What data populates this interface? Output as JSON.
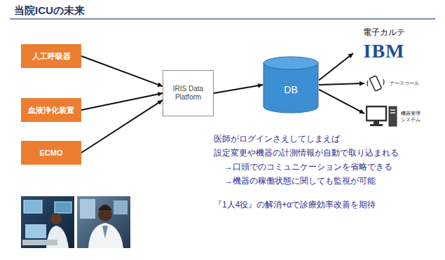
{
  "diagram": {
    "title": "当院ICUの未来",
    "nodes": [
      {
        "text": [
          "人工呼吸器"
        ]
      },
      {
        "text": [
          "血液浄化装置"
        ]
      },
      {
        "text": [
          "ECMO"
        ]
      },
      {
        "text": [
          "IRIS Data Platform"
        ]
      },
      {
        "text": [
          "DB"
        ]
      },
      {
        "text": [
          "電子カルテ",
          "IBM"
        ]
      },
      {
        "text": [
          "ナースコール"
        ]
      },
      {
        "text": [
          "機器管理 システム"
        ]
      }
    ],
    "edges": [
      {
        "from": 0,
        "to": 3,
        "arrow": "to"
      },
      {
        "from": 1,
        "to": 3,
        "arrow": "to"
      },
      {
        "from": 2,
        "to": 3,
        "arrow": "to"
      },
      {
        "from": 3,
        "to": 4,
        "arrow": "to"
      },
      {
        "from": 4,
        "to": 5,
        "arrow": "to"
      },
      {
        "from": 4,
        "to": 6,
        "arrow": "to"
      },
      {
        "from": 4,
        "to": 7,
        "arrow": "to"
      }
    ],
    "labels": [
      "医師がログインさえしてしまえば",
      "設定変更や機器の計測情報が自動で取り込まれる",
      "→口頭でのコミュニケーションを省略できる",
      "→機器の稼働状態に関しても監視が可能",
      "『1人4役』の解消+αで診療効率改善を期待"
    ]
  }
}
